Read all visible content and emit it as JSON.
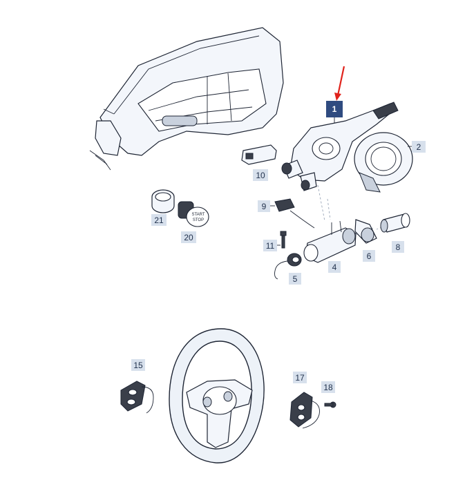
{
  "diagram": {
    "highlight_color": "#2f4b80",
    "callout_color": "#d7e0ec",
    "arrow_color": "#e0231c",
    "active_callout": "1",
    "callouts": [
      {
        "id": "c1",
        "label": "1"
      },
      {
        "id": "c2",
        "label": "2"
      },
      {
        "id": "c4",
        "label": "4"
      },
      {
        "id": "c5",
        "label": "5"
      },
      {
        "id": "c6",
        "label": "6"
      },
      {
        "id": "c8",
        "label": "8"
      },
      {
        "id": "c9",
        "label": "9"
      },
      {
        "id": "c10",
        "label": "10"
      },
      {
        "id": "c11",
        "label": "11"
      },
      {
        "id": "c15",
        "label": "15"
      },
      {
        "id": "c17",
        "label": "17"
      },
      {
        "id": "c18",
        "label": "18"
      },
      {
        "id": "c20",
        "label": "20"
      },
      {
        "id": "c21",
        "label": "21"
      }
    ],
    "start_button_text": [
      "START",
      "STOP"
    ]
  }
}
